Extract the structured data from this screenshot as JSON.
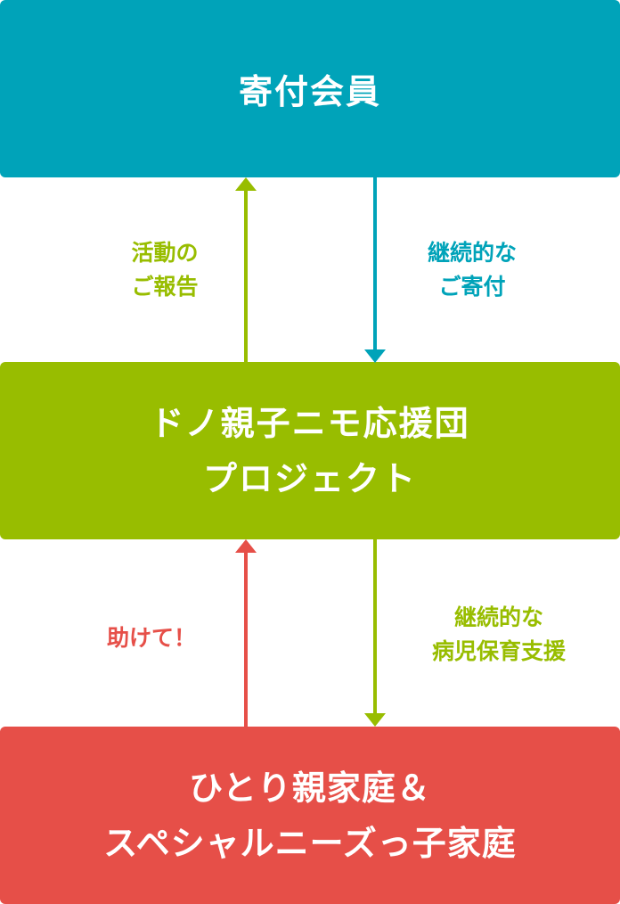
{
  "boxes": {
    "donor": "寄付会員",
    "project_line1": "ドノ親子ニモ応援団",
    "project_line2": "プロジェクト",
    "family_line1": "ひとり親家庭＆",
    "family_line2": "スペシャルニーズっ子家庭"
  },
  "arrows": {
    "report_line1": "活動の",
    "report_line2": "ご報告",
    "donation_line1": "継続的な",
    "donation_line2": "ご寄付",
    "help": "助けて！",
    "support_line1": "継続的な",
    "support_line2": "病児保育支援"
  },
  "colors": {
    "teal": "#00a3b9",
    "green": "#98bd00",
    "red": "#e64f48"
  }
}
